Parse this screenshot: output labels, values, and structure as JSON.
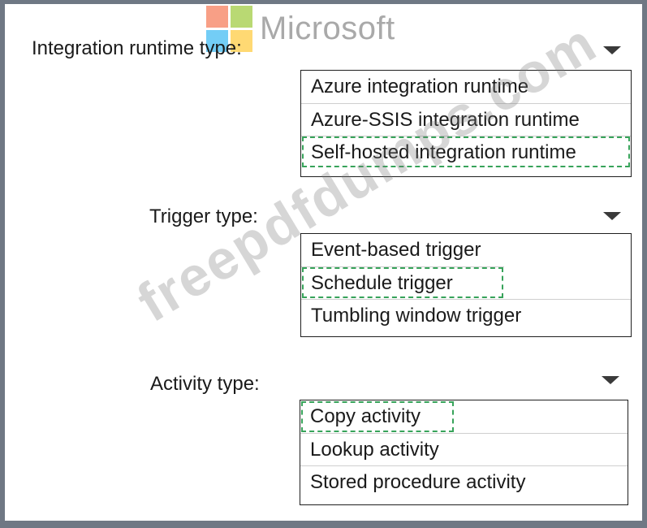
{
  "brand": {
    "name": "Microsoft",
    "logo_colors": [
      "#f25022",
      "#7fba00",
      "#00a4ef",
      "#ffb900"
    ]
  },
  "watermark": {
    "text": "freepdfdumps.com"
  },
  "fields": [
    {
      "label": "Integration runtime type:",
      "options": [
        "Azure integration runtime",
        "Azure-SSIS integration runtime",
        "Self-hosted integration runtime"
      ],
      "selected_index": 2
    },
    {
      "label": "Trigger type:",
      "options": [
        "Event-based trigger",
        "Schedule trigger",
        "Tumbling window trigger"
      ],
      "selected_index": 1
    },
    {
      "label": "Activity type:",
      "options": [
        "Copy activity",
        "Lookup activity",
        "Stored procedure activity"
      ],
      "selected_index": 0
    }
  ],
  "colors": {
    "selection_outline": "#37a35a",
    "page_border": "#6f7884"
  }
}
